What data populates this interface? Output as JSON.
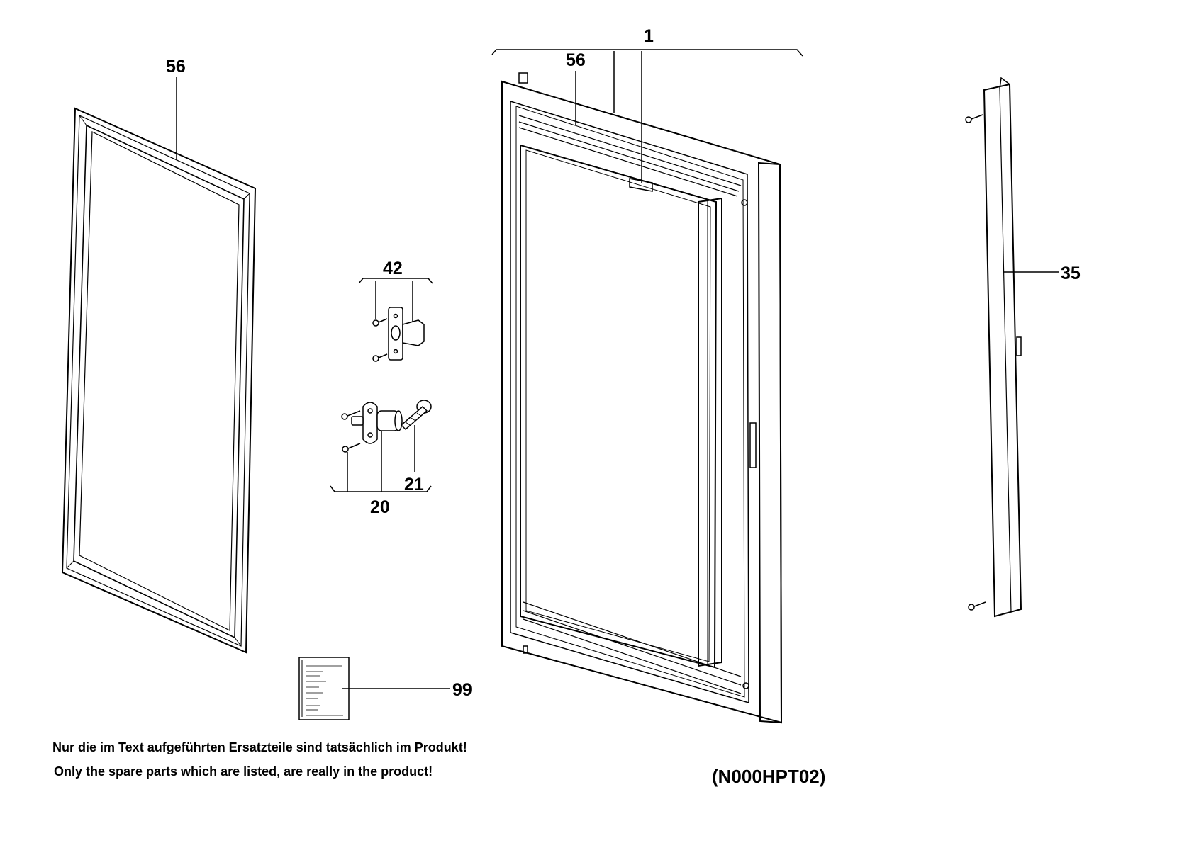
{
  "callouts": {
    "gasket_left": "56",
    "door_assembly": "1",
    "gasket_door": "56",
    "trim_strip": "35",
    "latch_set": "42",
    "hinge_set": "20",
    "hinge_pin": "21",
    "manual": "99"
  },
  "notes": {
    "german": "Nur die im Text aufgeführten Ersatzteile sind tatsächlich im Produkt!",
    "english": "Only the spare parts which are listed, are really in the product!"
  },
  "drawing_code": "(N000HPT02)"
}
